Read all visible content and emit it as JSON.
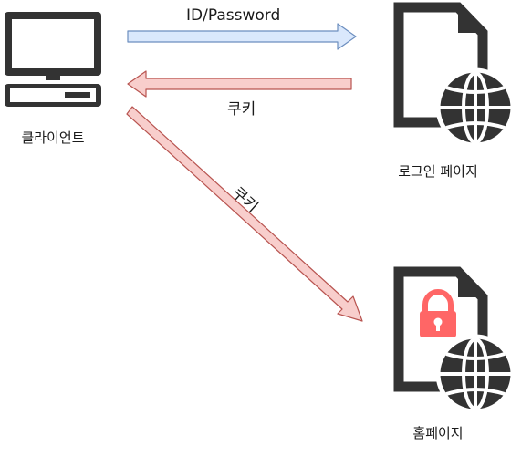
{
  "nodes": {
    "client": {
      "label": "클라이언트",
      "icon": "desktop-computer-icon"
    },
    "login_page": {
      "label": "로그인 페이지",
      "icon": "web-document-globe-icon"
    },
    "home_page": {
      "label": "홈페이지",
      "icon": "locked-web-document-globe-icon"
    }
  },
  "edges": {
    "credentials": {
      "label": "ID/Password",
      "from": "client",
      "to": "login_page",
      "color": "#dae8fc",
      "stroke": "#6c8ebf"
    },
    "cookie_return": {
      "label": "쿠키",
      "from": "login_page",
      "to": "client",
      "color": "#f8cecc",
      "stroke": "#b85450"
    },
    "cookie_send": {
      "label": "쿠키",
      "from": "client",
      "to": "home_page",
      "color": "#f8cecc",
      "stroke": "#b85450"
    }
  },
  "colors": {
    "icon_dark": "#333333",
    "lock": "#ff6666"
  }
}
